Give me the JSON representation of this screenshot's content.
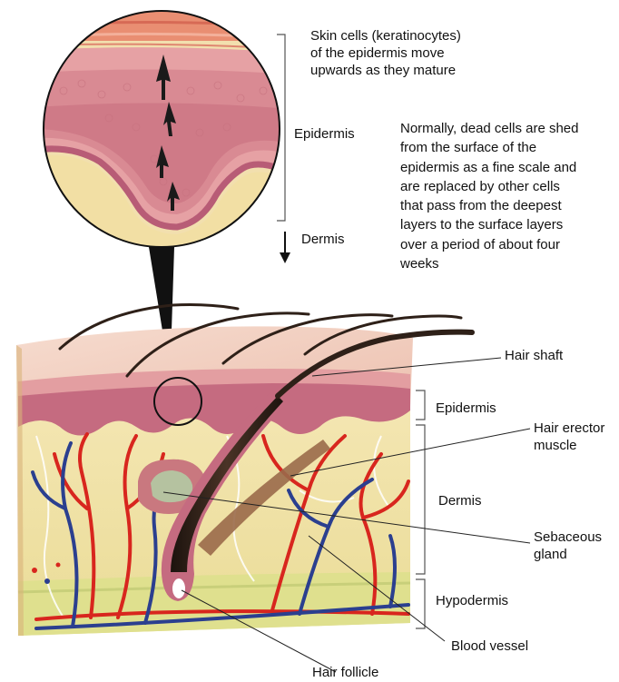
{
  "callouts": {
    "keratinocytes": "Skin cells (keratinocytes)\nof the epidermis move\nupwards as they mature",
    "epidermis_top": "Epidermis",
    "dermis_top": "Dermis",
    "shedding_note": "Normally, dead cells are shed\nfrom the surface of the\nepidermis as a fine scale and\nare replaced by other cells\nthat pass from the deepest\nlayers to the surface layers\nover a period of about four\nweeks"
  },
  "labels": {
    "hair_shaft": "Hair shaft",
    "epidermis": "Epidermis",
    "hair_erector_muscle": "Hair erector\nmuscle",
    "dermis": "Dermis",
    "sebaceous_gland": "Sebaceous\ngland",
    "hypodermis": "Hypodermis",
    "blood_vessel": "Blood vessel",
    "hair_follicle": "Hair follicle"
  },
  "colors": {
    "epidermis_surface": "#efc9bd",
    "epidermis_layer": "#c06a7c",
    "dermis": "#f0e2a8",
    "hypodermis": "#e8e79a",
    "artery": "#d8261e",
    "vein": "#2b3f8f",
    "hair": "#2e2018",
    "leader_line": "#222222"
  }
}
